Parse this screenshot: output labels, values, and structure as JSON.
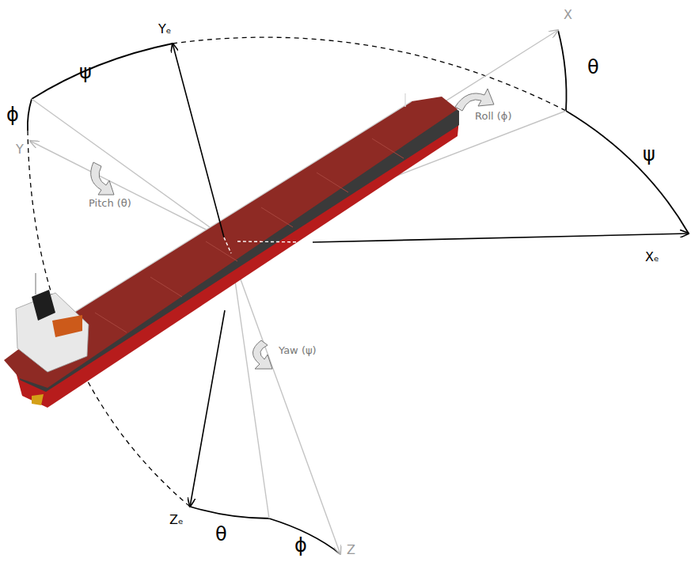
{
  "diagram": {
    "labels": [
      "ψ",
      "Yₑ",
      "θ",
      "X",
      "Roll (ϕ)",
      "ϕ",
      "Y",
      "Pitch (θ)",
      "ψ",
      "Xₑ",
      "Yaw (ψ)",
      "Zₑ",
      "θ",
      "ϕ",
      "Z"
    ]
  }
}
